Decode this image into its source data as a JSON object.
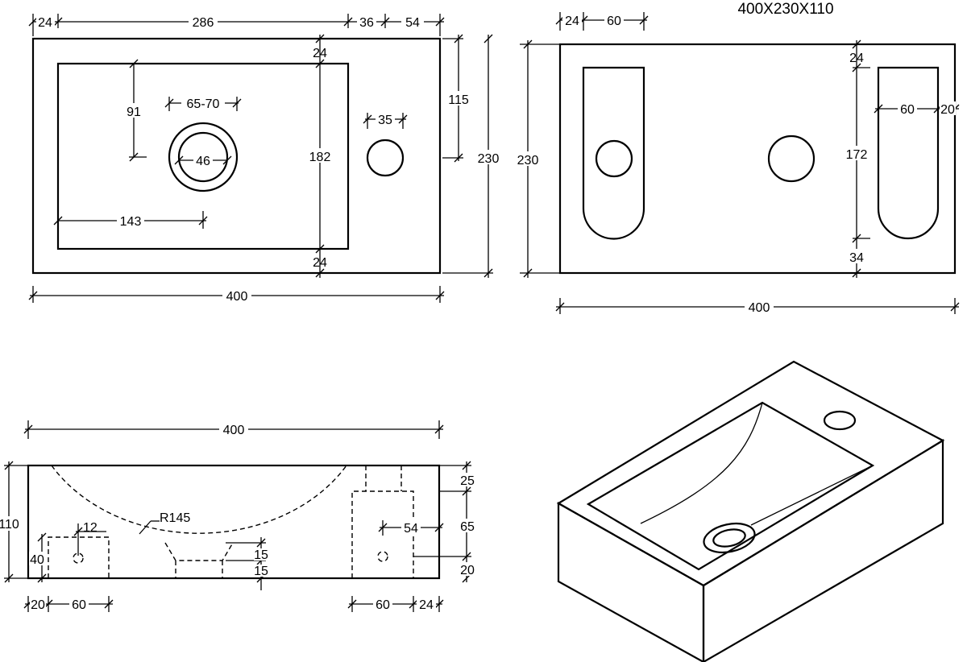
{
  "title": "400X230X110",
  "top_view": {
    "d_left": "24",
    "d_bowl": "286",
    "d_gap": "36",
    "d_right": "54",
    "d_top": "24",
    "d_depth": "91",
    "d_drain_range": "65-70",
    "d_drain": "46",
    "d_bowl_depth": "182",
    "d_143": "143",
    "d_bottom": "24",
    "d_tap": "35",
    "d_115": "115",
    "d_230": "230",
    "d_width": "400"
  },
  "bottom_view": {
    "d_24": "24",
    "d_60": "60",
    "d_230": "230",
    "d_top": "24",
    "d_slot": "60",
    "d_side": "20",
    "d_172": "172",
    "d_34": "34",
    "d_width": "400"
  },
  "side_view": {
    "d_width": "400",
    "d_110": "110",
    "d_r145": "R145",
    "d_12": "12",
    "d_40": "40",
    "d_15a": "15",
    "d_15b": "15",
    "d_54": "54",
    "d_25": "25",
    "d_65": "65",
    "d_20r": "20",
    "d_20": "20",
    "d_60l": "60",
    "d_60r": "60",
    "d_24": "24"
  }
}
